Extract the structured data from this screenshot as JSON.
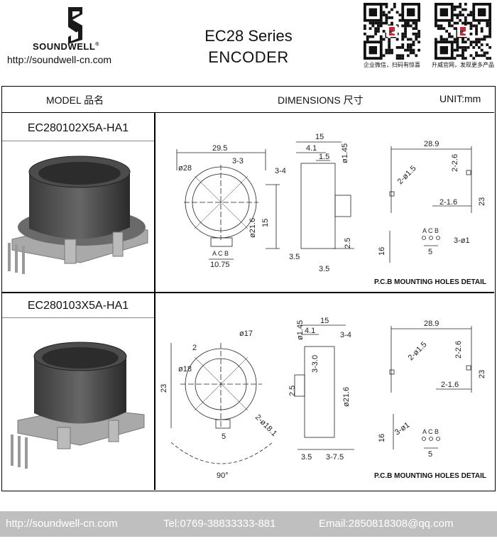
{
  "header": {
    "brand": "SOUNDWELL",
    "brand_mark": "®",
    "website": "http://soundwell-cn.com",
    "series_line1": "EC28 Series",
    "series_line2": "ENCODER",
    "qr_captions": [
      "企业微信，扫码有惊喜",
      "升威官网，发现更多产品"
    ]
  },
  "table_header": {
    "model": "MODEL 品名",
    "dimensions": "DIMENSIONS 尺寸",
    "unit": "UNIT:mm"
  },
  "products": [
    {
      "model": "EC280102X5A-HA1",
      "pcb_caption": "P.C.B MOUNTING HOLES DETAIL",
      "front_dims": [
        "29.5",
        "3-3",
        "ø28",
        "ø21.6",
        "15",
        "3.5",
        "A C B",
        "10.75"
      ],
      "side_dims": [
        "15",
        "4.1",
        "1.5",
        "ø1.45",
        "3-4",
        "2.5",
        "3.5"
      ],
      "pcb_dims": [
        "28.9",
        "2-ø1.5",
        "2-2.6",
        "23",
        "2-1.6",
        "16",
        "A C B",
        "5",
        "3-ø1"
      ]
    },
    {
      "model": "EC280103X5A-HA1",
      "pcb_caption": "P.C.B MOUNTING HOLES DETAIL",
      "front_dims": [
        "ø17",
        "2",
        "ø18",
        "23",
        "2-ø18.1",
        "5",
        "90°"
      ],
      "side_dims": [
        "ø1.45",
        "15",
        "4.1",
        "3-4",
        "3-3.0",
        "2.5",
        "ø21.6",
        "3.5",
        "3-7.5"
      ],
      "pcb_dims": [
        "28.9",
        "2-ø1.5",
        "2-2.6",
        "23",
        "2-1.6",
        "16",
        "3-ø1",
        "A C B",
        "5"
      ]
    }
  ],
  "footer": {
    "url": "http://soundwell-cn.com",
    "tel": "Tel:0769-38833333-881",
    "email": "Email:2850818308@qq.com"
  },
  "colors": {
    "footer_bg": "#bfbfbf",
    "logo_red": "#d8232a",
    "logo_blue": "#1f3f95"
  }
}
